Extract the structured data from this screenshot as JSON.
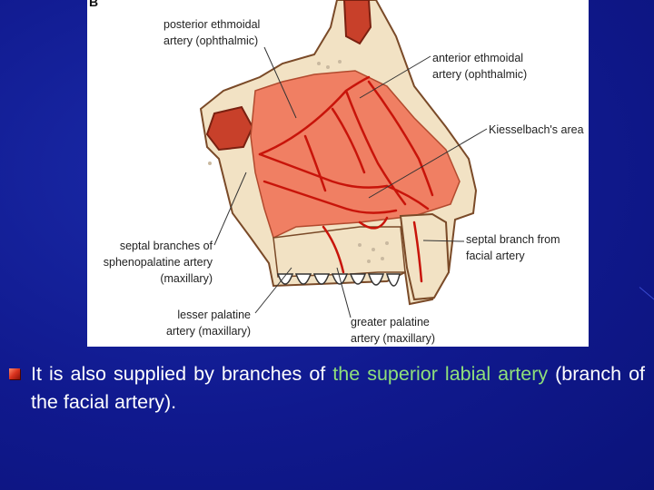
{
  "slide": {
    "panel_letter": "B",
    "labels": {
      "posterior_ethmoidal": [
        "posterior ethmoidal",
        "artery (ophthalmic)"
      ],
      "anterior_ethmoidal": [
        "anterior ethmoidal",
        "artery (ophthalmic)"
      ],
      "kiesselbach": "Kiesselbach's area",
      "septal_sphenopalatine": [
        "septal branches of",
        "sphenopalatine artery",
        "(maxillary)"
      ],
      "septal_facial": [
        "septal branch from",
        "facial artery"
      ],
      "lesser_palatine": [
        "lesser palatine",
        "artery (maxillary)"
      ],
      "greater_palatine": [
        "greater palatine",
        "artery (maxillary)"
      ]
    },
    "bullet": {
      "part1": "It is also supplied by branches of ",
      "highlight1": "the superior labial artery",
      "part2": " (branch of the facial artery)."
    },
    "colors": {
      "background": "#0f1a8c",
      "text": "#ffffff",
      "highlight": "#8fe07a",
      "artery": "#c8140a",
      "mucosa": "#f07f63",
      "bone": "#f2e2c4"
    }
  }
}
